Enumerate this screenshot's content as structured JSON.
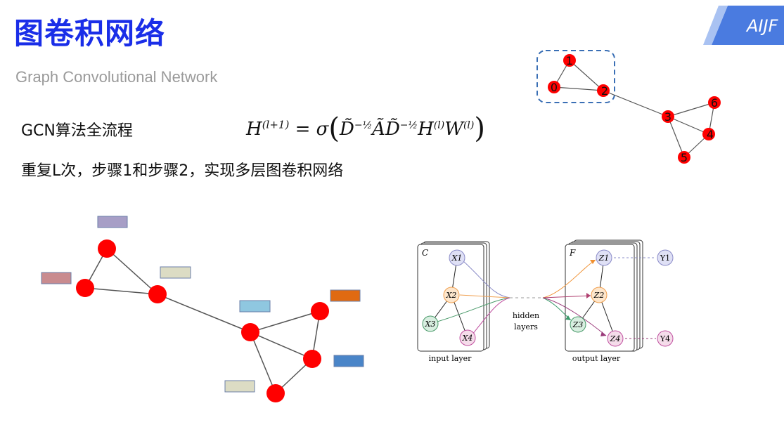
{
  "slide": {
    "title": "图卷积网络",
    "subtitle": "Graph Convolutional Network",
    "line1": "GCN算法全流程",
    "line2": "重复L次，步骤1和步骤2，实现多层图卷积网络",
    "logo_text": "AIJF"
  },
  "formula": {
    "H": "H",
    "exp1": "(l+1)",
    "eq": "=",
    "sigma": "σ",
    "body": "D̃",
    "exp2": "−½",
    "A": "ÃD̃",
    "exp3": "−½",
    "H2": "H",
    "exp4": "(l)",
    "W": "W",
    "exp5": "(l)"
  },
  "small_graph": {
    "nodes": [
      "0",
      "1",
      "2",
      "3",
      "4",
      "5",
      "6"
    ]
  },
  "gcn_diagram": {
    "input_frame_label": "C",
    "output_frame_label": "F",
    "inputs": [
      "X1",
      "X2",
      "X3",
      "X4"
    ],
    "input_sub": [
      "1",
      "2",
      "3",
      "4"
    ],
    "outputs": [
      "Z1",
      "Z2",
      "Z3",
      "Z4"
    ],
    "labels": [
      "Y1",
      "Y4"
    ],
    "hidden_label_1": "hidden",
    "hidden_label_2": "layers",
    "input_layer_label": "input layer",
    "output_layer_label": "output layer"
  },
  "colors": {
    "title": "#1a2ee8",
    "node_red": "#ff0000",
    "logo_bg": "#4a7be0"
  }
}
